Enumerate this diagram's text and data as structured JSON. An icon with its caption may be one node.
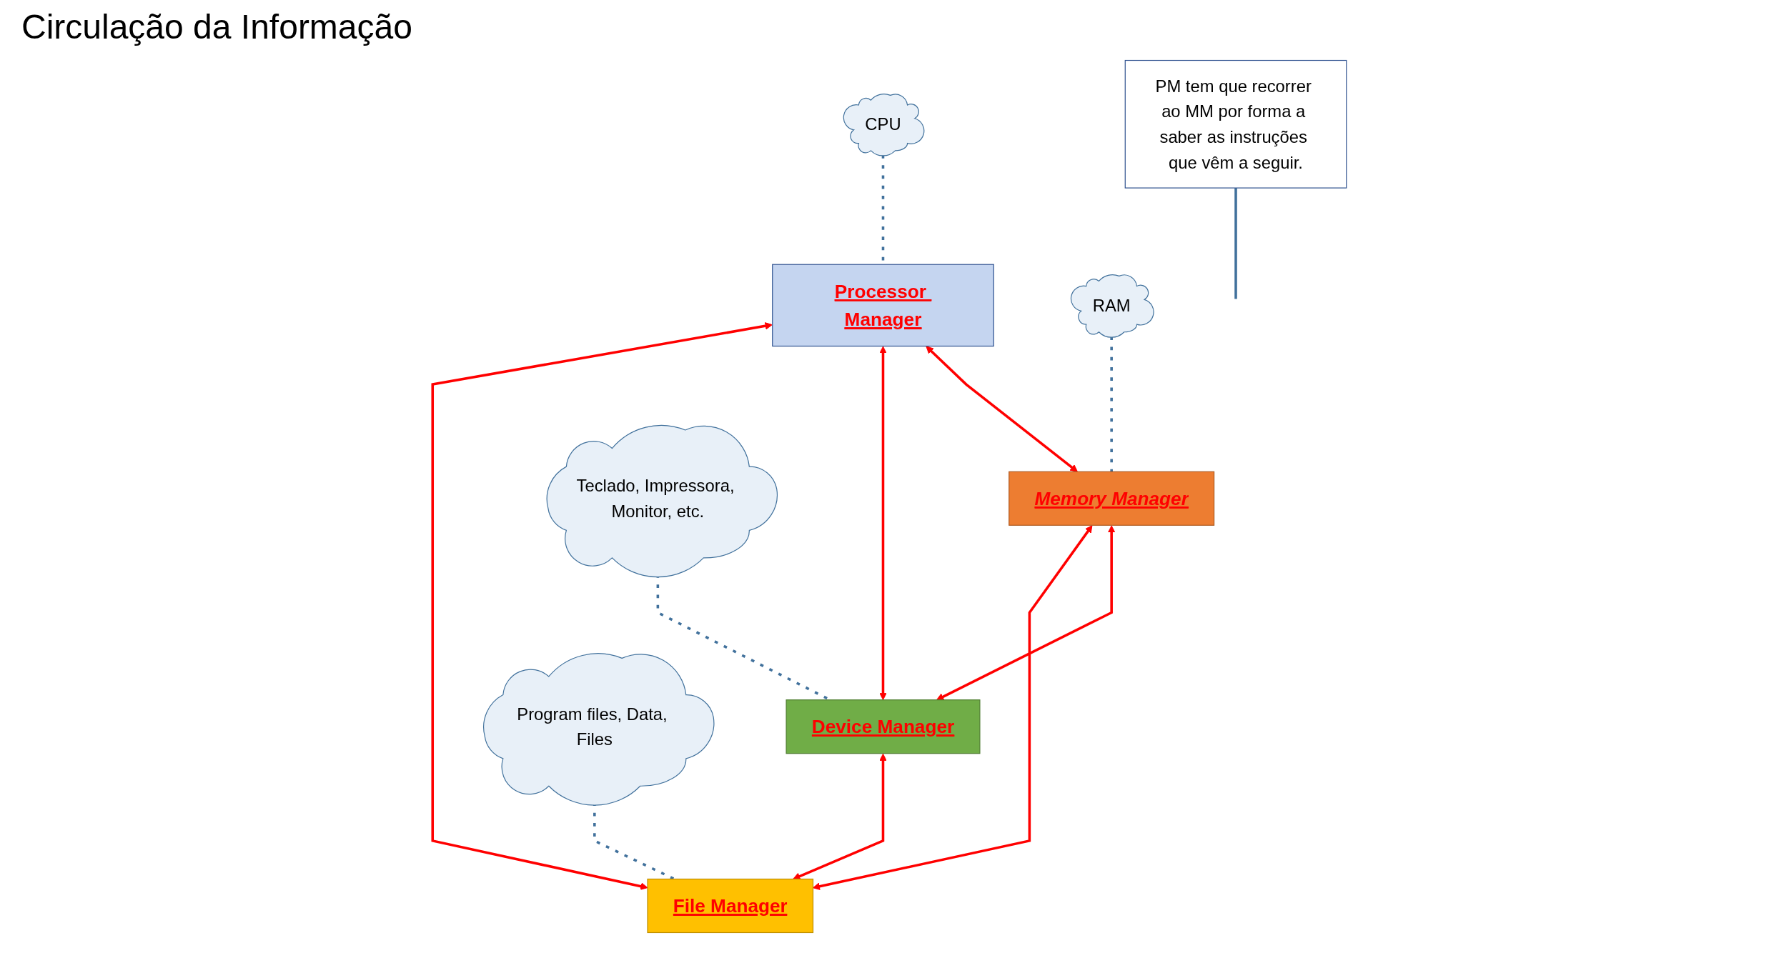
{
  "diagram": {
    "title": "Circulação da Informação",
    "nodes": [
      {
        "text": [
          "Processor Manager"
        ]
      },
      {
        "text": [
          "Memory Manager"
        ]
      },
      {
        "text": [
          "Device Manager"
        ]
      },
      {
        "text": [
          "File Manager"
        ]
      },
      {
        "text": [
          "CPU"
        ]
      },
      {
        "text": [
          "RAM"
        ]
      },
      {
        "text": [
          "Teclado, Impressora, Monitor, etc."
        ]
      },
      {
        "text": [
          "Program files, Data, Files"
        ]
      },
      {
        "text": [
          "PM tem que recorrer ao MM por forma a saber as instruções que vêm a seguir."
        ]
      }
    ],
    "edges": [
      {
        "from": 0,
        "to": 1,
        "arrow": "both"
      },
      {
        "from": 0,
        "to": 2,
        "arrow": "both"
      },
      {
        "from": 0,
        "to": 3,
        "arrow": "both"
      },
      {
        "from": 1,
        "to": 2,
        "arrow": "both"
      },
      {
        "from": 1,
        "to": 3,
        "arrow": "both"
      },
      {
        "from": 2,
        "to": 3,
        "arrow": "both"
      },
      {
        "from": 4,
        "to": 0,
        "arrow": "none",
        "style": "dashed",
        "color": "#41719c"
      },
      {
        "from": 5,
        "to": 1,
        "arrow": "none",
        "style": "dashed",
        "color": "#41719c"
      },
      {
        "from": 6,
        "to": 2,
        "arrow": "none",
        "style": "dashed",
        "color": "#41719c"
      },
      {
        "from": 7,
        "to": 3,
        "arrow": "none",
        "style": "dashed",
        "color": "#41719c"
      },
      {
        "from": 8,
        "to": null,
        "arrow": "none",
        "color": "#41719c"
      }
    ]
  }
}
